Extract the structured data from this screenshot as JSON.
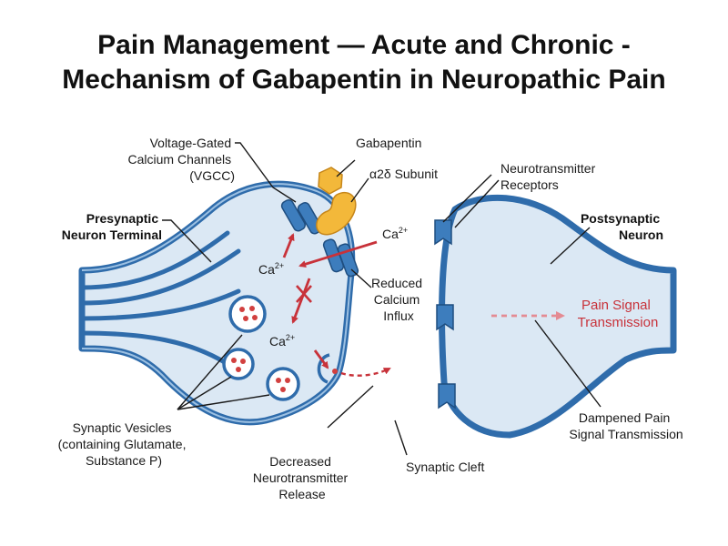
{
  "title": {
    "line1": "Pain Management — Acute and Chronic -",
    "line2": "Mechanism of Gabapentin in Neuropathic Pain"
  },
  "labels": {
    "vgcc": [
      "Voltage-Gated",
      "Calcium Channels",
      "(VGCC)"
    ],
    "gabapentin": "Gabapentin",
    "subunit": "α2δ Subunit",
    "receptors": [
      "Neurotransmitter",
      "Receptors"
    ],
    "presynaptic": [
      "Presynaptic",
      "Neuron Terminal"
    ],
    "postsynaptic": [
      "Postsynaptic",
      "Neuron"
    ],
    "ca_outside": "Ca",
    "ca_inner_1": "Ca",
    "ca_inner_2": "Ca",
    "ca_superscript": "2+",
    "reduced_influx": [
      "Reduced",
      "Calcium",
      "Influx"
    ],
    "pain_signal": [
      "Pain Signal",
      "Transmission"
    ],
    "vesicles": [
      "Synaptic Vesicles",
      "(containing Glutamate,",
      "Substance P)"
    ],
    "decreased_release": [
      "Decreased",
      "Neurotransmitter",
      "Release"
    ],
    "synaptic_cleft": "Synaptic Cleft",
    "dampened": [
      "Dampened Pain",
      "Signal Transmission"
    ]
  },
  "colors": {
    "membrane": "#2f6cab",
    "membrane_fill": "#dbe8f4",
    "channel": "#3d7dbd",
    "gabapentin": "#f3b83a",
    "vesicle_dot": "#d2403f",
    "arrow_red": "#c8323a",
    "text": "#1a1a1a"
  }
}
